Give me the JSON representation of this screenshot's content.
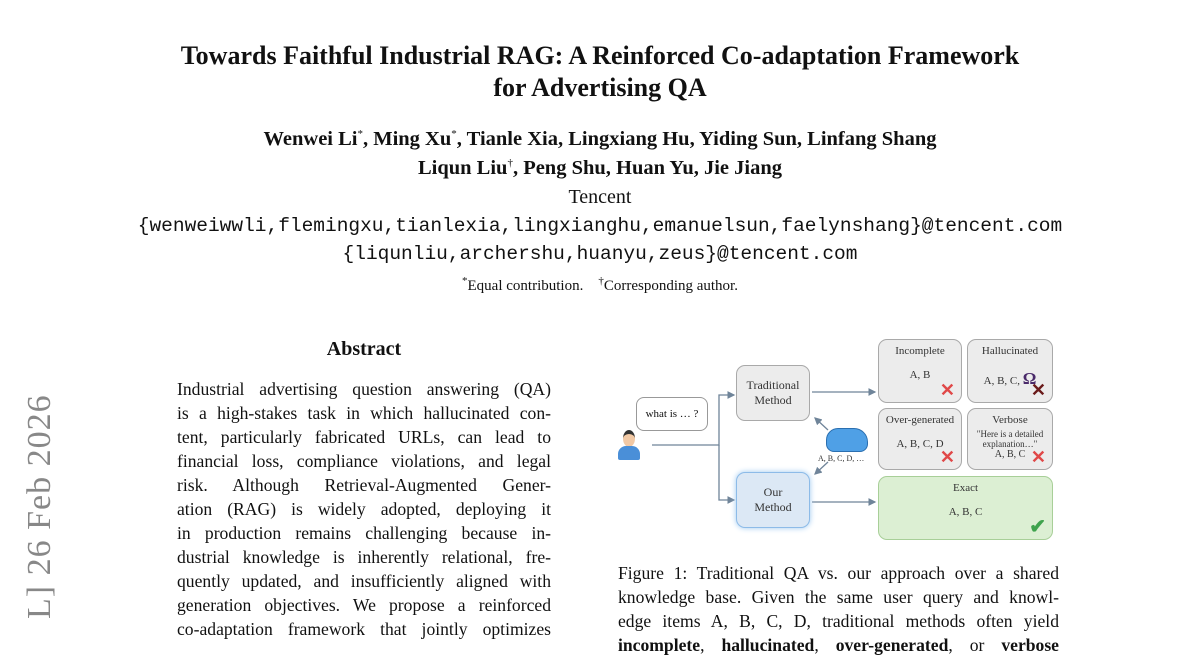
{
  "paper": {
    "title_lines": [
      "Towards Faithful Industrial RAG: A Reinforced Co-adaptation Framework",
      "for Advertising QA"
    ],
    "authors_line1": [
      {
        "name": "Wenwei Li",
        "mark": "*"
      },
      {
        "name": "Ming Xu",
        "mark": "*"
      },
      {
        "name": "Tianle Xia",
        "mark": ""
      },
      {
        "name": "Lingxiang Hu",
        "mark": ""
      },
      {
        "name": "Yiding Sun",
        "mark": ""
      },
      {
        "name": "Linfang Shang",
        "mark": ""
      }
    ],
    "authors_line2": [
      {
        "name": "Liqun Liu",
        "mark": "†"
      },
      {
        "name": "Peng Shu",
        "mark": ""
      },
      {
        "name": "Huan Yu",
        "mark": ""
      },
      {
        "name": "Jie Jiang",
        "mark": ""
      }
    ],
    "affiliation": "Tencent",
    "emails": [
      "{wenweiwwli,flemingxu,tianlexia,lingxianghu,emanuelsun,faelynshang}@tencent.com",
      "{liqunliu,archershu,huanyu,zeus}@tencent.com"
    ],
    "footnote_equal_mark": "*",
    "footnote_equal": "Equal contribution.",
    "footnote_corr_mark": "†",
    "footnote_corr": "Corresponding author.",
    "arxiv_stamp": "L]  26 Feb 2026"
  },
  "abstract": {
    "heading": "Abstract",
    "lines": [
      "Industrial advertising question answering (QA)",
      "is a high-stakes task in which hallucinated con-",
      "tent, particularly fabricated URLs, can lead to",
      "financial loss, compliance violations, and legal",
      "risk.  Although Retrieval-Augmented Gener-",
      "ation (RAG) is widely adopted, deploying it",
      "in production remains challenging because in-",
      "dustrial knowledge is inherently relational, fre-",
      "quently updated, and insufficiently aligned with",
      "generation objectives. We propose a reinforced",
      "co-adaptation framework that jointly optimizes"
    ]
  },
  "figure": {
    "query": "what is … ?",
    "traditional": "Traditional Method",
    "ours": "Our Method",
    "kb_items": "A, B, C, D, …",
    "outcomes": [
      {
        "label": "Incomplete",
        "value": "A, B",
        "status": "wrong"
      },
      {
        "label": "Hallucinated",
        "value": "A, B, C,",
        "extra": "Ω",
        "status": "wrong"
      },
      {
        "label": "Over-generated",
        "value": "A, B, C, D",
        "status": "wrong"
      },
      {
        "label": "Verbose",
        "quote": "\"Here is a detailed explanation…\"",
        "value": "A, B, C",
        "status": "wrong"
      },
      {
        "label": "Exact",
        "value": "A, B, C",
        "status": "correct"
      }
    ],
    "colors": {
      "wrong": "#e04848",
      "correct": "#3fa34d",
      "ours_bg": "#dce8f5",
      "exact_bg": "#dcefd3"
    }
  },
  "caption": {
    "lines": [
      "Figure 1: Traditional QA vs. our approach over a shared",
      "knowledge base. Given the same user query and knowl-",
      "edge items A, B, C, D, traditional methods often yield"
    ],
    "last_line": [
      {
        "text": "incomplete",
        "bold": true
      },
      {
        "text": ", ",
        "bold": false
      },
      {
        "text": "hallucinated",
        "bold": true
      },
      {
        "text": ", ",
        "bold": false
      },
      {
        "text": "over-generated",
        "bold": true
      },
      {
        "text": ", or ",
        "bold": false
      },
      {
        "text": "verbose",
        "bold": true
      }
    ]
  }
}
